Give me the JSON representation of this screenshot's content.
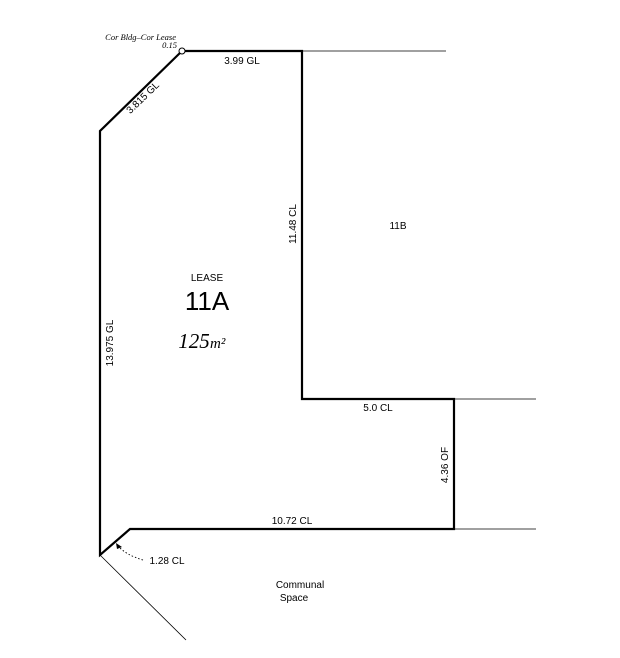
{
  "corner_note": {
    "line1": "Cor Bldg–Cor Lease",
    "line2": "0.15"
  },
  "lease": {
    "heading": "LEASE",
    "number": "11A",
    "area_value": "125",
    "area_unit": "m²"
  },
  "neighbour_lot": "11B",
  "communal": {
    "line1": "Communal",
    "line2": "Space"
  },
  "dimensions": {
    "top": "3.99 GL",
    "diagonal": "3.815 GL",
    "right_upper": "11.48 CL",
    "left": "13.975 GL",
    "step": "5.0 CL",
    "right_lower": "4.36 OF",
    "bottom": "10.72 CL",
    "corner": "1.28 CL"
  },
  "colors": {
    "line": "#000000",
    "background": "#ffffff"
  }
}
